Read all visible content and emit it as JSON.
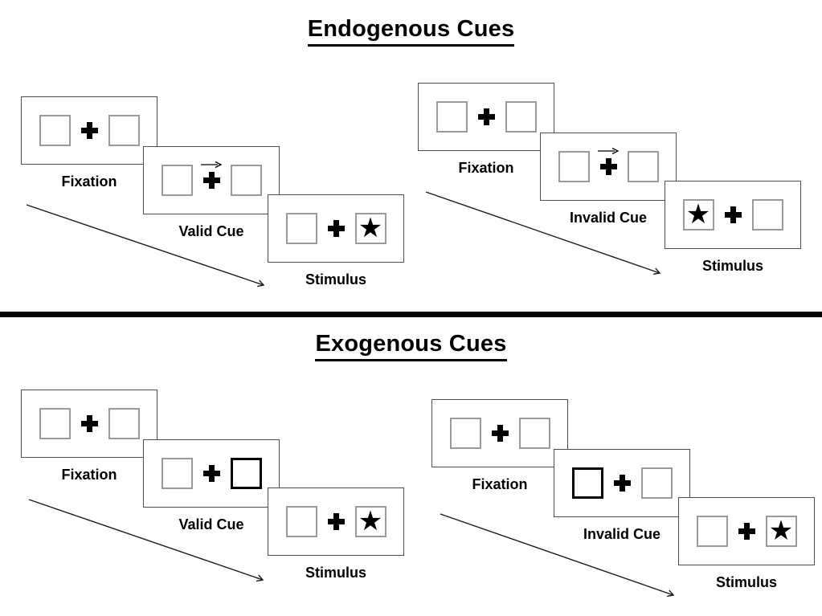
{
  "diagram": {
    "sections": [
      {
        "title": "Endogenous Cues",
        "groups": [
          {
            "name": "valid-trial",
            "panels": [
              {
                "label": "Fixation",
                "left_box": "empty",
                "right_box": "empty"
              },
              {
                "label": "Valid Cue",
                "left_box": "empty",
                "right_box": "empty",
                "cue": "arrow-right-above-fixation"
              },
              {
                "label": "Stimulus",
                "left_box": "empty",
                "right_box": "star"
              }
            ]
          },
          {
            "name": "invalid-trial",
            "panels": [
              {
                "label": "Fixation",
                "left_box": "empty",
                "right_box": "empty"
              },
              {
                "label": "Invalid Cue",
                "left_box": "empty",
                "right_box": "empty",
                "cue": "arrow-right-above-fixation"
              },
              {
                "label": "Stimulus",
                "left_box": "star",
                "right_box": "empty"
              }
            ]
          }
        ]
      },
      {
        "title": "Exogenous Cues",
        "groups": [
          {
            "name": "valid-trial",
            "panels": [
              {
                "label": "Fixation",
                "left_box": "empty",
                "right_box": "empty"
              },
              {
                "label": "Valid Cue",
                "left_box": "empty",
                "right_box": "highlighted-box",
                "cue": "highlight-right"
              },
              {
                "label": "Stimulus",
                "left_box": "empty",
                "right_box": "star"
              }
            ]
          },
          {
            "name": "invalid-trial",
            "panels": [
              {
                "label": "Fixation",
                "left_box": "empty",
                "right_box": "empty"
              },
              {
                "label": "Invalid Cue",
                "left_box": "highlighted-box",
                "right_box": "empty",
                "cue": "highlight-left"
              },
              {
                "label": "Stimulus",
                "left_box": "empty",
                "right_box": "star"
              }
            ]
          }
        ]
      }
    ]
  },
  "icons": {
    "star": "★",
    "fixation_cross": "css-heavy-cross",
    "cue_arrow": "thin-right-arrow",
    "timeline_arrow": "diagonal-down-right-arrow"
  },
  "colors": {
    "background": "#ffffff",
    "ink": "#000000",
    "panel_border": "#4d4d4d",
    "box_border": "#999999",
    "highlight_border": "#000000"
  }
}
